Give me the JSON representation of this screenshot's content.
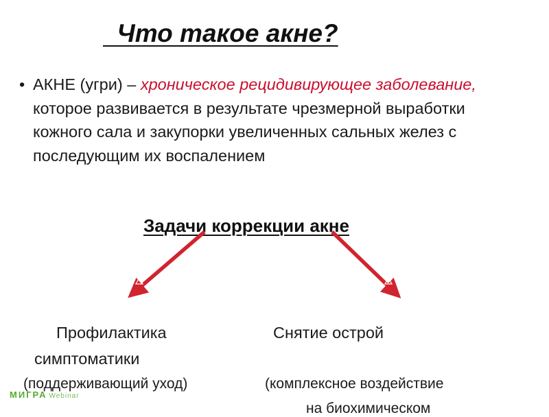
{
  "slide": {
    "title": "  Что такое акне?",
    "definition": {
      "bullet": "•",
      "term": "АКНЕ (угри) – ",
      "highlight": "хроническое рецидивирующее заболевание,",
      "rest": " которое развивается в результате чрезмерной выработки кожного сала и закупорки увеличенных сальных желез с последующим их воспалением"
    },
    "subtitle": "Задачи коррекции акне",
    "left_task": "Профилактика",
    "right_task": "Снятие острой",
    "right_task_cont": "симптоматики",
    "left_note": "(поддерживающий уход)",
    "right_note": "(комплексное воздействие",
    "right_note_cont": "на биохимическом",
    "logo": {
      "main": "МИГРА",
      "sub": "Webinar"
    }
  },
  "colors": {
    "accent": "#c8102e",
    "text": "#1a1a1a",
    "logo": "#5aa832"
  }
}
